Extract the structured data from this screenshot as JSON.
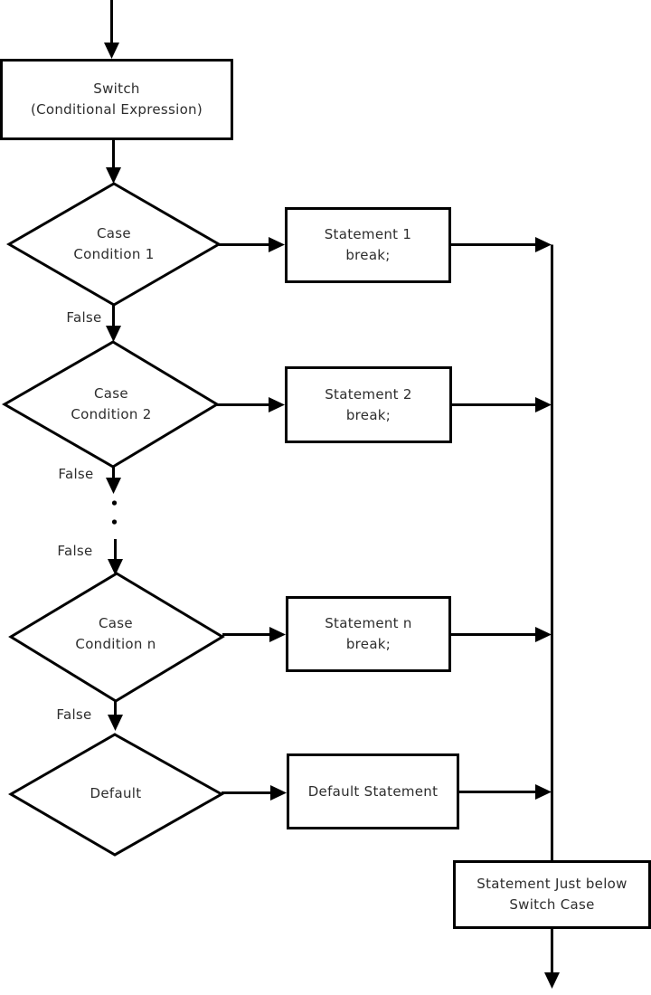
{
  "diagram_type": "flowchart",
  "colors": {
    "line": "#000000",
    "text": "#2d2d2d",
    "node_fill": "#ffffff",
    "background": "#ffffff"
  },
  "nodes": {
    "switch": {
      "lines": [
        "Switch",
        "(Conditional Expression)"
      ]
    },
    "case1": {
      "lines": [
        "Case",
        "Condition 1"
      ]
    },
    "stmt1": {
      "lines": [
        "Statement 1",
        "break;"
      ]
    },
    "case2": {
      "lines": [
        "Case",
        "Condition 2"
      ]
    },
    "stmt2": {
      "lines": [
        "Statement 2",
        "break;"
      ]
    },
    "casen": {
      "lines": [
        "Case",
        "Condition n"
      ]
    },
    "stmtn": {
      "lines": [
        "Statement n",
        "break;"
      ]
    },
    "default_diamond": {
      "label": "Default"
    },
    "default_stmt": {
      "label": "Default Statement"
    },
    "below_box": {
      "lines": [
        "Statement Just below",
        "Switch Case"
      ]
    }
  },
  "edge_labels": {
    "false1": "False",
    "false2": "False",
    "false3": "False",
    "false4": "False"
  }
}
